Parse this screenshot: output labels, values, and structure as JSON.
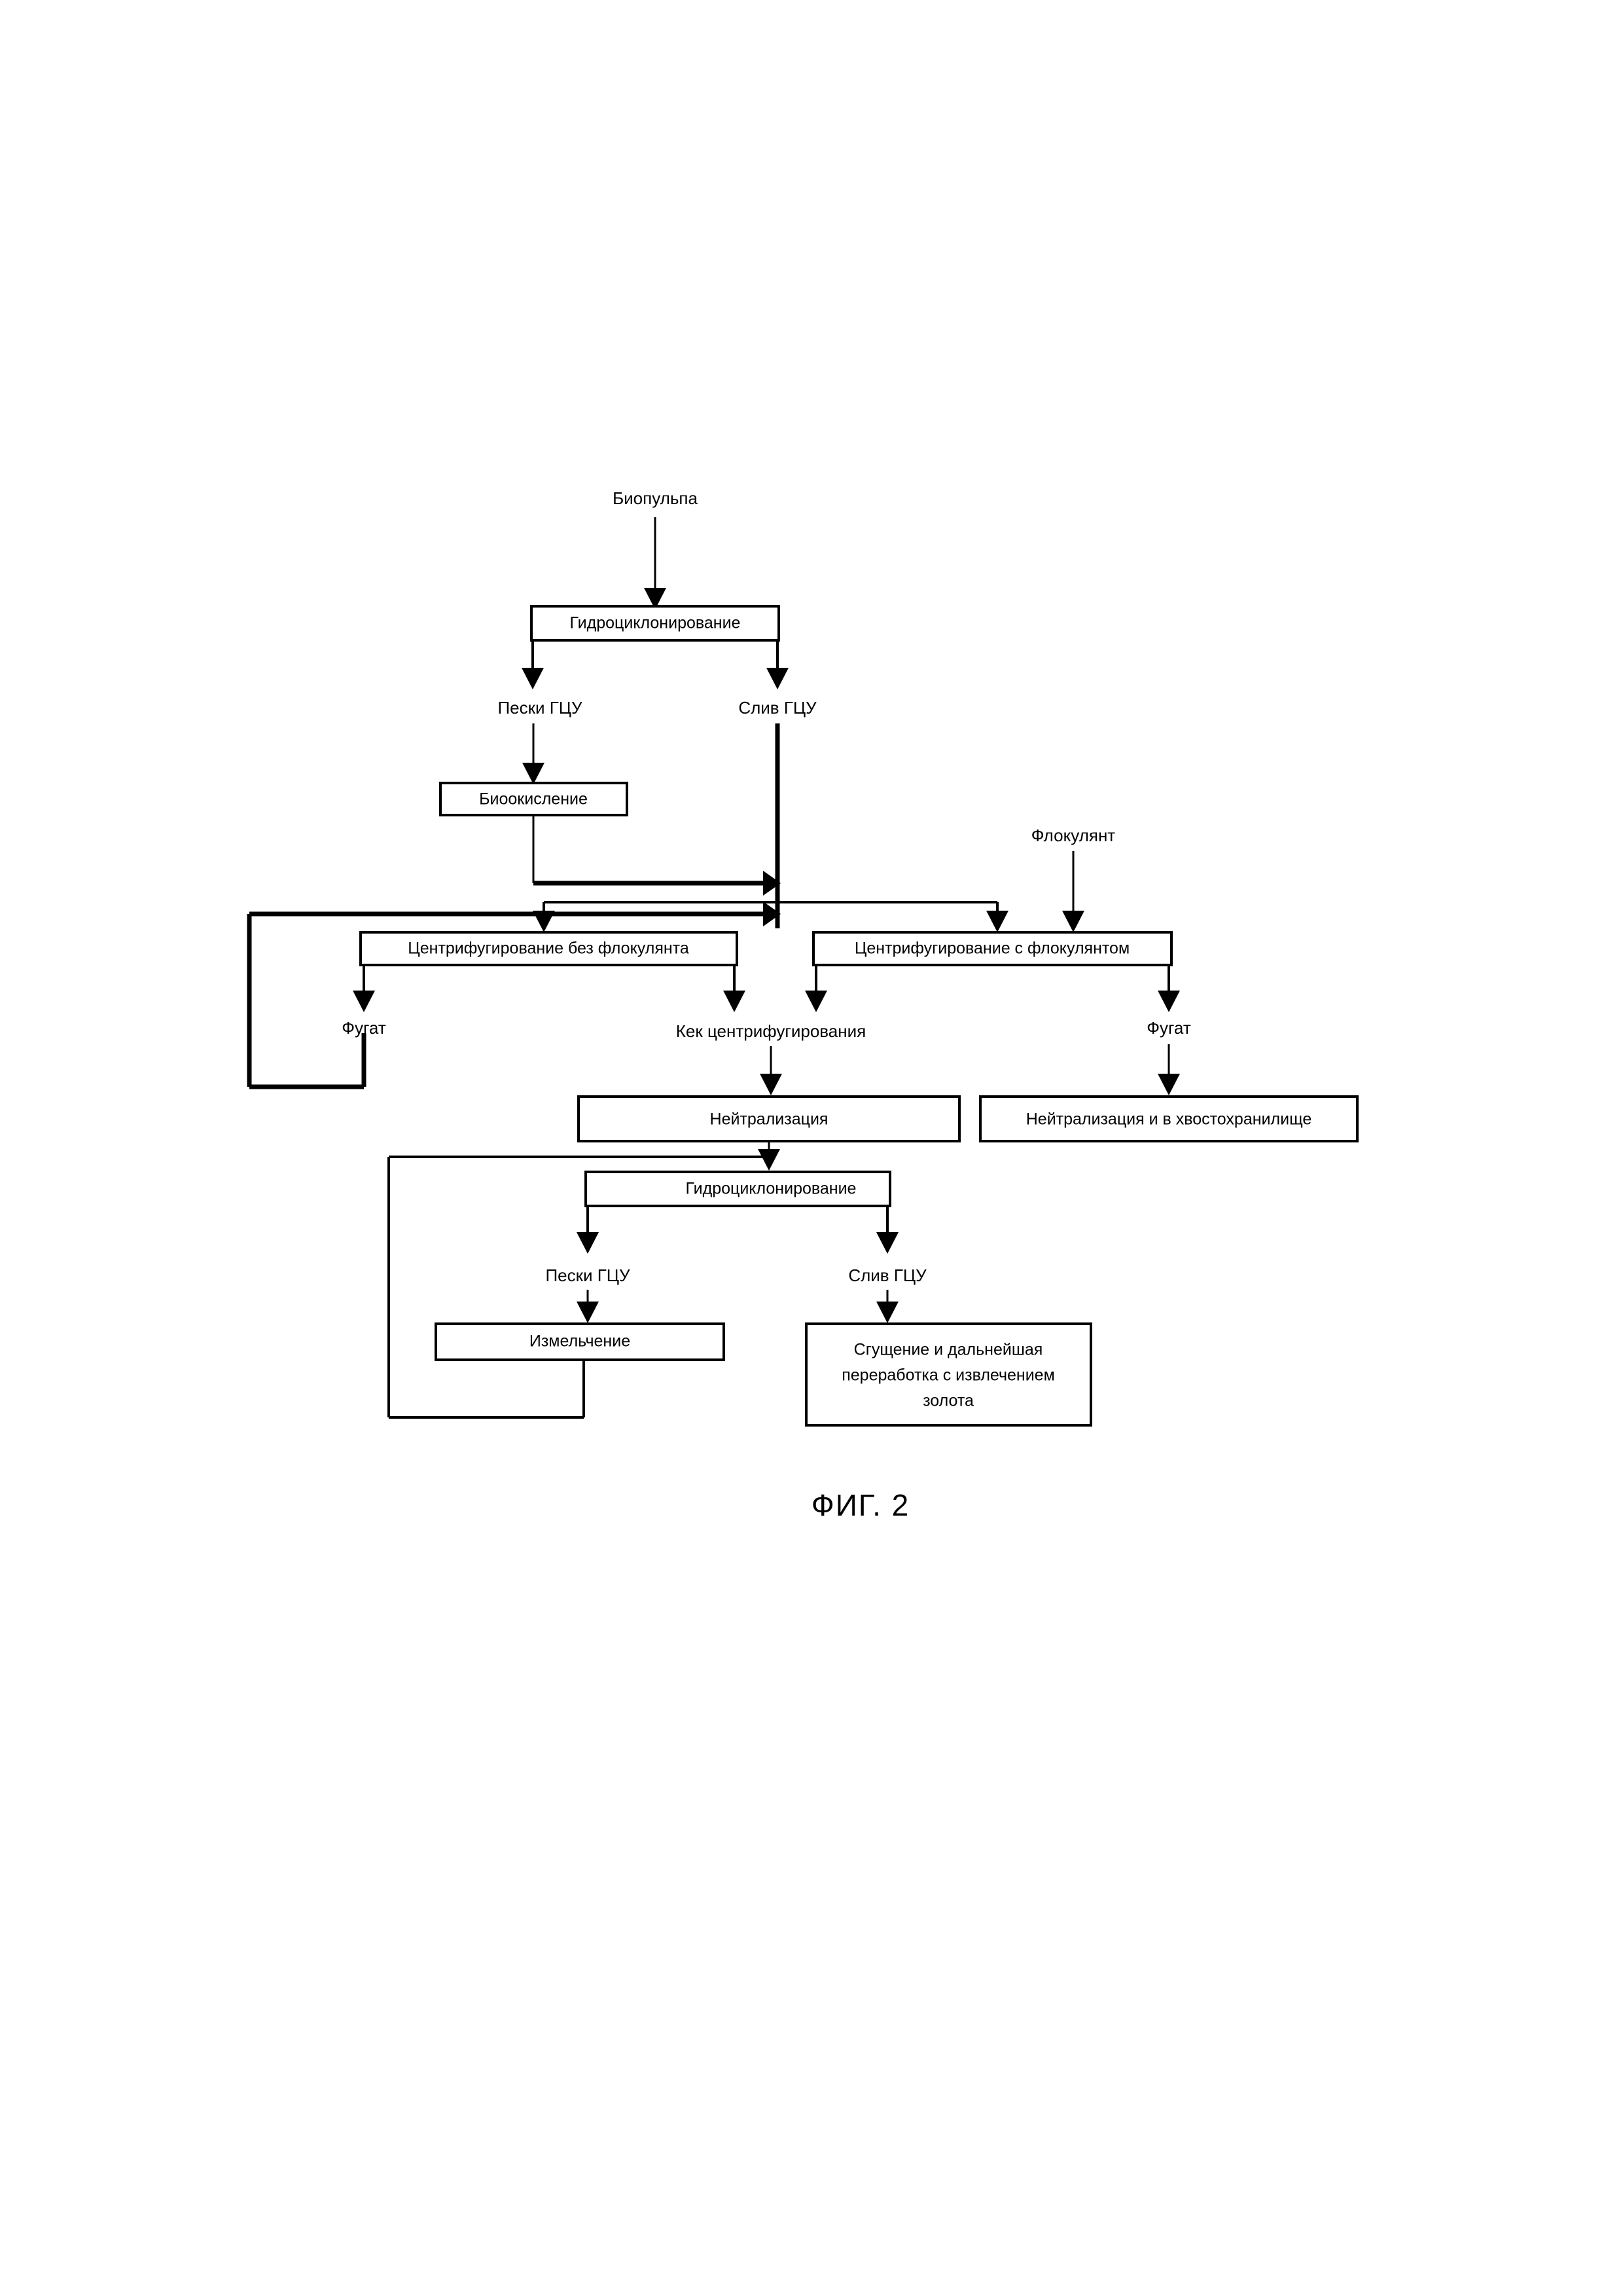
{
  "figure": {
    "caption": "ФИГ. 2",
    "language": "ru"
  },
  "nodes": {
    "hydrocycloning_1": "Гидроциклонирование",
    "biooxidation": "Биоокисление",
    "centrifugation_no_flocculant": "Центрифугирование без флокулянта",
    "centrifugation_with_flocculant": "Центрифугирование с флокулянтом",
    "neutralization": "Нейтрализация",
    "neutralization_tailings": "Нейтрализация и в хвостохранилище",
    "hydrocycloning_2": "Гидроциклонирование",
    "grinding": "Измельчение",
    "thickening_gold": "Сгущение и дальнейшая переработка с извлечением золота",
    "thickening_gold_lines": [
      "Сгущение и дальнейшая",
      "переработка с извлечением",
      "золота"
    ]
  },
  "edge_labels": {
    "biopulp": "Биопульпа",
    "sands_top": "Пески ГЦУ",
    "overflow_top": "Слив ГЦУ",
    "flocculant": "Флокулянт",
    "centrate_left": "Фугат",
    "centrate_right": "Фугат",
    "centrifuge_cake": "Кек центрифугирования",
    "sands_bottom": "Пески ГЦУ",
    "overflow_bottom": "Слив ГЦУ"
  },
  "colors": {
    "ink": "#000000",
    "paper": "#ffffff"
  },
  "flow": {
    "steps": [
      {
        "from": "biopulp",
        "to": "hydrocycloning_1"
      },
      {
        "from": "hydrocycloning_1",
        "to": "sands_top"
      },
      {
        "from": "hydrocycloning_1",
        "to": "overflow_top"
      },
      {
        "from": "sands_top",
        "to": "biooxidation"
      },
      {
        "from": "biooxidation",
        "to": "centrifugation_junction"
      },
      {
        "from": "overflow_top",
        "to": "centrifugation_junction"
      },
      {
        "from": "centrate_left",
        "to": "centrifugation_junction"
      },
      {
        "from": "centrifugation_junction",
        "to": "centrifugation_no_flocculant"
      },
      {
        "from": "centrifugation_junction",
        "to": "centrifugation_with_flocculant"
      },
      {
        "from": "flocculant",
        "to": "centrifugation_with_flocculant"
      },
      {
        "from": "centrifugation_no_flocculant",
        "to": "centrate_left"
      },
      {
        "from": "centrifugation_no_flocculant",
        "to": "centrifuge_cake"
      },
      {
        "from": "centrifugation_with_flocculant",
        "to": "centrifuge_cake"
      },
      {
        "from": "centrifugation_with_flocculant",
        "to": "centrate_right"
      },
      {
        "from": "centrifuge_cake",
        "to": "neutralization"
      },
      {
        "from": "centrate_right",
        "to": "neutralization_tailings"
      },
      {
        "from": "neutralization",
        "to": "hydrocycloning_2"
      },
      {
        "from": "hydrocycloning_2",
        "to": "sands_bottom"
      },
      {
        "from": "hydrocycloning_2",
        "to": "overflow_bottom"
      },
      {
        "from": "sands_bottom",
        "to": "grinding"
      },
      {
        "from": "grinding",
        "to": "hydrocycloning_2"
      },
      {
        "from": "overflow_bottom",
        "to": "thickening_gold"
      }
    ]
  }
}
